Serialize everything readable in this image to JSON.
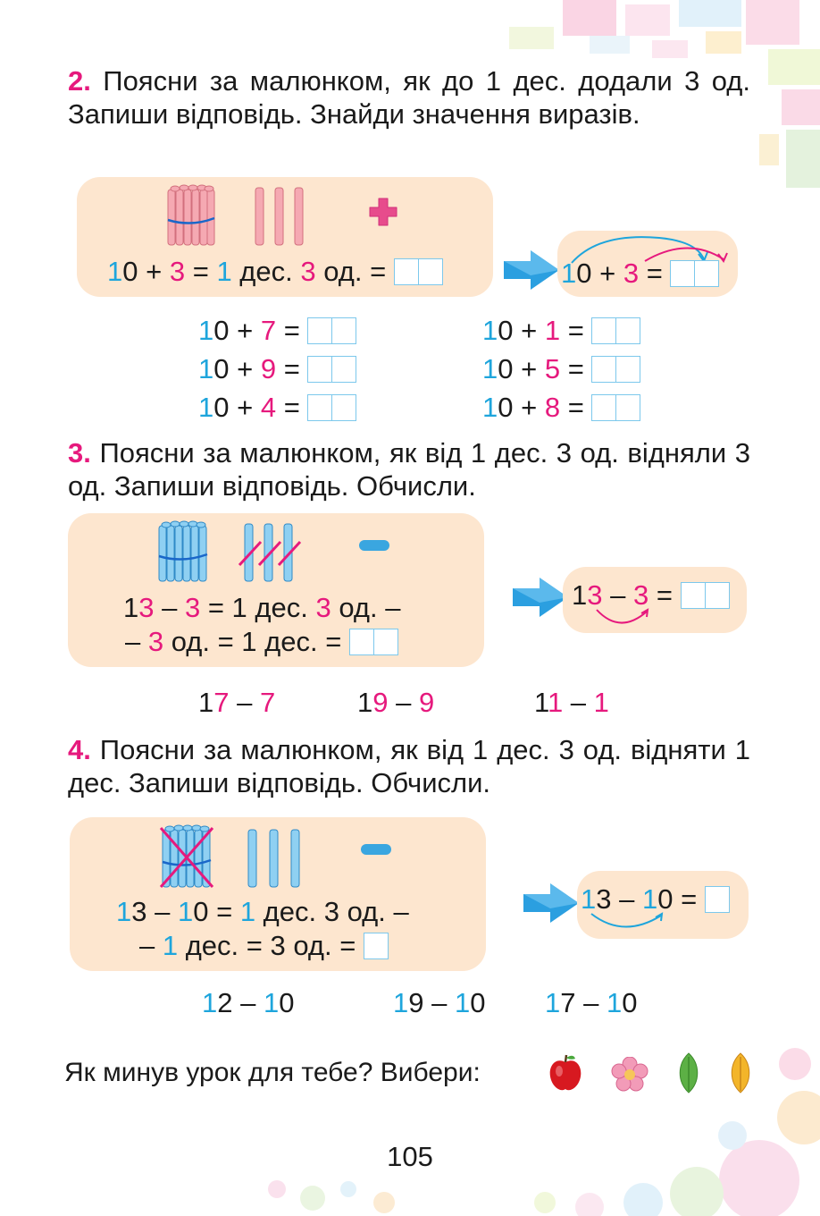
{
  "task2": {
    "number": "2.",
    "text": "Поясни за малюнком, як до 1 дес. додали 3 од. Запиши відповідь. Знайди значення виразів.",
    "box_eq": {
      "a_tens": "1",
      "a_units": "0",
      "op": " + ",
      "b": "3",
      "eq1": " = ",
      "tens": "1",
      "dec": " дес. ",
      "units": "3",
      "od": " од. ="
    },
    "result_eq": {
      "a_tens": "1",
      "a_units": "0",
      "op": " + ",
      "b": "3",
      "eq": " ="
    },
    "exercises": [
      {
        "a_tens": "1",
        "a_units": "0",
        "op": " + ",
        "b": "7",
        "eq": " ="
      },
      {
        "a_tens": "1",
        "a_units": "0",
        "op": " + ",
        "b": "9",
        "eq": " ="
      },
      {
        "a_tens": "1",
        "a_units": "0",
        "op": " + ",
        "b": "4",
        "eq": " ="
      },
      {
        "a_tens": "1",
        "a_units": "0",
        "op": " + ",
        "b": "1",
        "eq": " ="
      },
      {
        "a_tens": "1",
        "a_units": "0",
        "op": " + ",
        "b": "5",
        "eq": " ="
      },
      {
        "a_tens": "1",
        "a_units": "0",
        "op": " + ",
        "b": "8",
        "eq": " ="
      }
    ]
  },
  "task3": {
    "number": "3.",
    "text": "Поясни за малюнком, як від 1 дес. 3 од. відняли 3 од. Запиши відповідь. Обчисли.",
    "line1": {
      "a1": "1",
      "a2": "3",
      "op": " – ",
      "b": "3",
      "mid": " = 1 дес. ",
      "u": "3",
      "end": " од. –"
    },
    "line2": {
      "start": "– ",
      "u": "3",
      "end": " од. = 1 дес. ="
    },
    "result_eq": {
      "a1": "1",
      "a2": "3",
      "op": " – ",
      "b": "3",
      "eq": " ="
    },
    "exercises": [
      {
        "a1": "1",
        "a2": "7",
        "op": " – ",
        "b": "7"
      },
      {
        "a1": "1",
        "a2": "9",
        "op": " – ",
        "b": "9"
      },
      {
        "a1": "1",
        "a2": "1",
        "op": " – ",
        "b": "1"
      }
    ]
  },
  "task4": {
    "number": "4.",
    "text": "Поясни за малюнком, як від 1 дес. 3 од. відняти 1 дес. Запиши відповідь. Обчисли.",
    "line1": {
      "a1": "1",
      "a2": "3",
      "op": " – ",
      "b1": "1",
      "b2": "0",
      "mid": " = ",
      "t": "1",
      "end": " дес. 3 од. –"
    },
    "line2": {
      "start": "– ",
      "t": "1",
      "end": " дес. = 3 од. ="
    },
    "result_eq": {
      "a1": "1",
      "a2": "3",
      "op": " – ",
      "b1": "1",
      "b2": "0",
      "eq": " ="
    },
    "exercises": [
      {
        "a1": "1",
        "a2": "2",
        "op": " – ",
        "b1": "1",
        "b2": "0"
      },
      {
        "a1": "1",
        "a2": "9",
        "op": " – ",
        "b1": "1",
        "b2": "0"
      },
      {
        "a1": "1",
        "a2": "7",
        "op": " – ",
        "b1": "1",
        "b2": "0"
      }
    ]
  },
  "reflection": {
    "question": "Як минув урок для тебе? Вибери:",
    "icons": [
      "apple-icon",
      "flower-icon",
      "green-leaf-icon",
      "yellow-leaf-icon"
    ]
  },
  "page_number": "105",
  "colors": {
    "cyan": "#1ea5dc",
    "magenta": "#e6197d",
    "box": "#fde6cf"
  }
}
